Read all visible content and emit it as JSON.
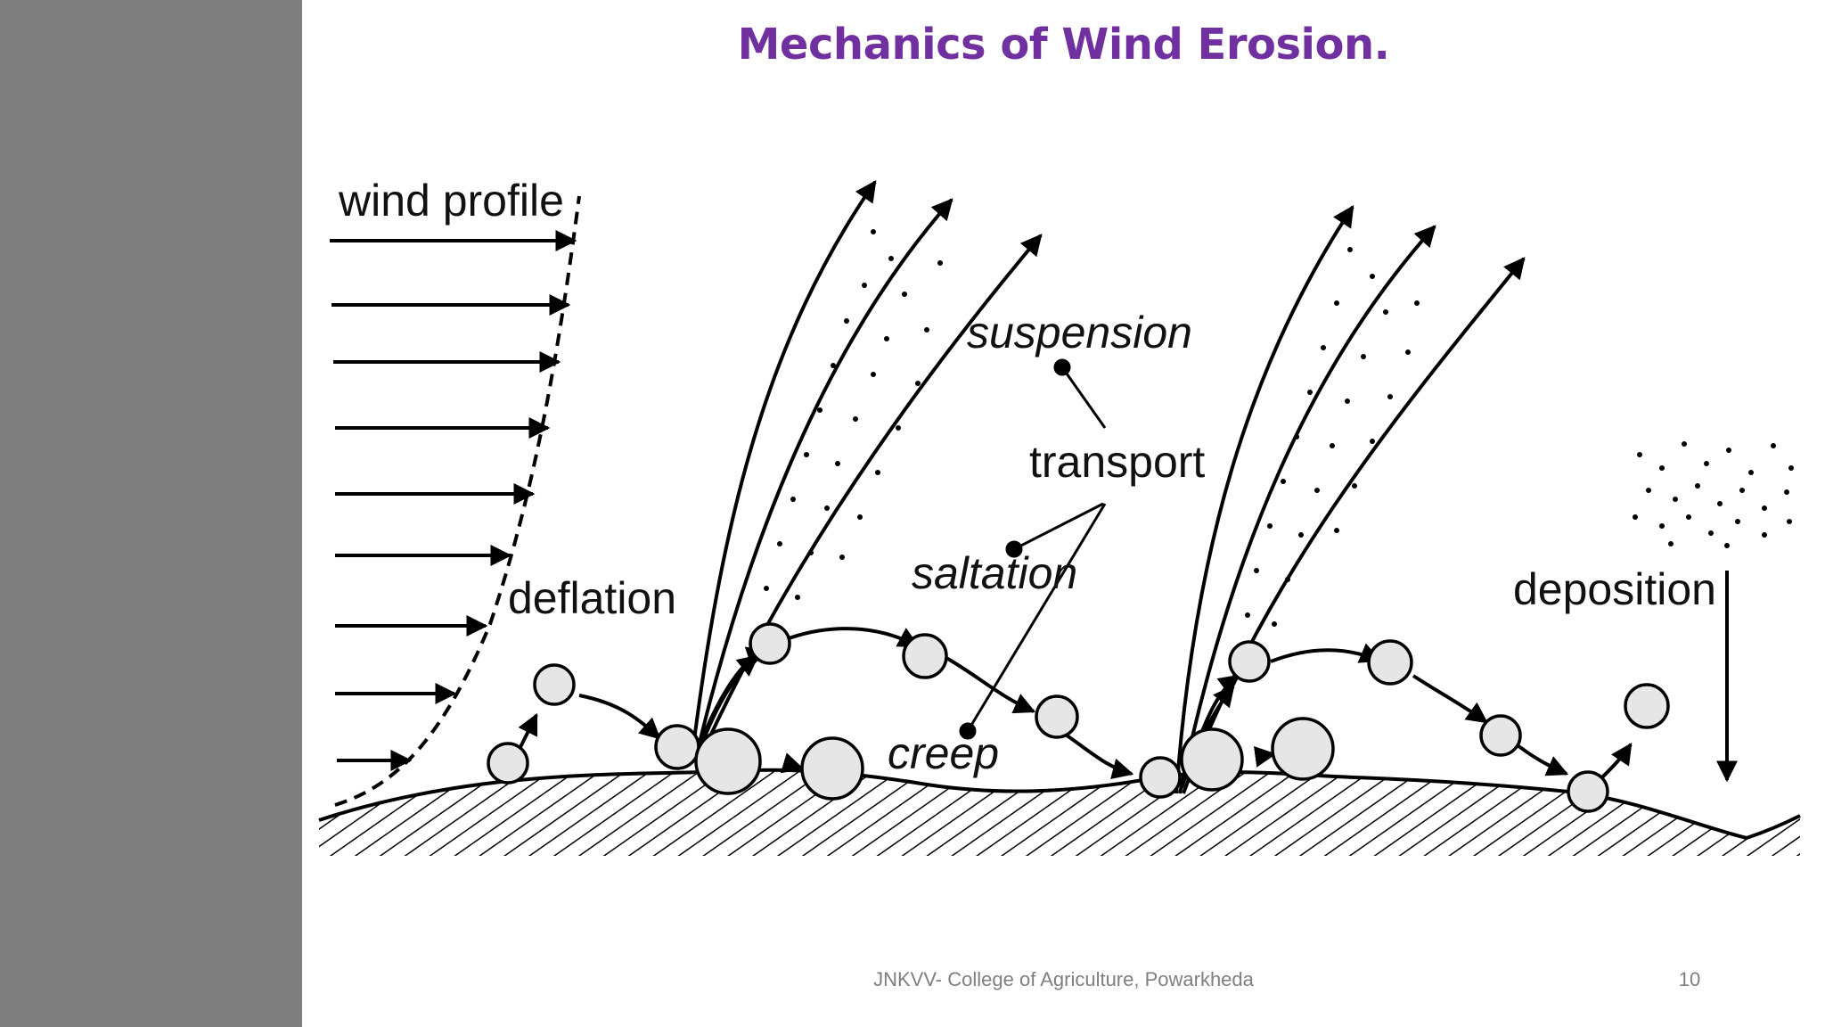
{
  "slide": {
    "title": "Mechanics of Wind Erosion.",
    "footer": "JNKVV- College of Agriculture, Powarkheda",
    "page_number": "10"
  },
  "diagram": {
    "labels": {
      "wind_profile": "wind profile",
      "suspension": "suspension",
      "transport": "transport",
      "saltation": "saltation",
      "deflation": "deflation",
      "creep": "creep",
      "deposition": "deposition"
    }
  },
  "colors": {
    "title": "#7030a0",
    "sidebar": "#7f7f7f",
    "footer": "#7f7f7f"
  }
}
